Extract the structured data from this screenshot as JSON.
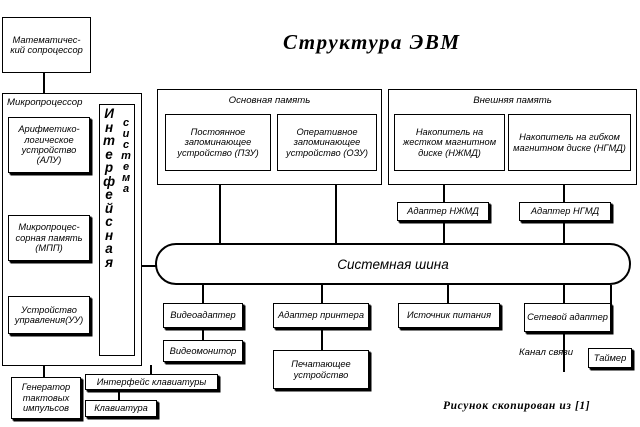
{
  "title": "Структура ЭВМ",
  "footnote": "Рисунок скопирован из  [1]",
  "groups": {
    "microprocessor": "Микропроцессор",
    "main_memory": "Основная память",
    "external_memory": "Внешняя память"
  },
  "interface": {
    "word1": "Интерфейсная",
    "word2": "система"
  },
  "boxes": {
    "coprocessor": "Математичес- кий сопроцессор",
    "alu": "Арифметико- логическое устройство (АЛУ)",
    "mpm": "Микропроцес- сорная память (МПП)",
    "cu": "Устройство управления(УУ)",
    "clock_generator": "Генератор тактовых импульсов",
    "keyboard_interface": "Интерфейс клавиатуры",
    "keyboard": "Клавиатура",
    "rom": "Постоянное запоминающее устройство (ПЗУ)",
    "ram": "Оперативное запоминающее устройство (ОЗУ)",
    "hdd": "Накопитель на жестком магнитном диске  (НЖМД)",
    "fdd": "Накопитель на гибком магнитном диске (НГМД)",
    "hdd_adapter": "Адаптер НЖМД",
    "fdd_adapter": "Адаптер НГМД",
    "system_bus": "Системная шина",
    "video_adapter": "Видеоадаптер",
    "video_monitor": "Видеомонитор",
    "printer_adapter": "Адаптер принтера",
    "printing_device": "Печатающее устройство",
    "power_supply": "Источник питания",
    "network_adapter": "Сетевой адаптер",
    "timer": "Таймер",
    "comm_channel": "Канал связи"
  }
}
